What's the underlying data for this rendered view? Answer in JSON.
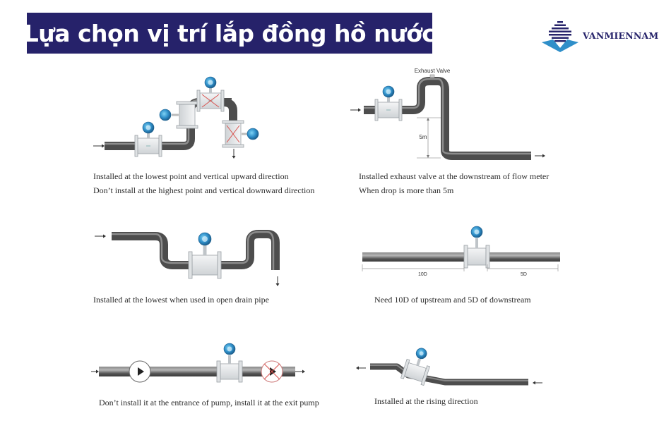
{
  "header": {
    "title": "Lựa chọn vị trí lắp đồng hồ nước",
    "banner_color": "#26226a",
    "logo": {
      "text": "VANMIENNAM",
      "icon": "diamond-stripes-logo-icon",
      "colors": [
        "#27246b",
        "#2f8fc9"
      ]
    }
  },
  "diagrams": [
    {
      "id": "lowest-point-vertical-upward",
      "captions": [
        "Installed at the lowest point and vertical upward direction",
        "Don’t install at the highest point and vertical downward direction"
      ],
      "icons": [
        "flow-arrow-right-icon",
        "flow-meter-icon",
        "flow-meter-crossed-icon",
        "flow-arrow-down-icon"
      ]
    },
    {
      "id": "exhaust-valve-drop",
      "labels": {
        "valve": "Exhaust Valve",
        "height": "5m"
      },
      "captions": [
        "Installed exhaust valve at the downstream of flow meter",
        "When drop is more than 5m"
      ],
      "icons": [
        "flow-arrow-right-icon",
        "flow-meter-icon",
        "exhaust-valve-icon"
      ]
    },
    {
      "id": "open-drain-pipe",
      "captions": [
        "Installed at the lowest when used in open drain pipe"
      ],
      "icons": [
        "flow-arrow-right-icon",
        "flow-meter-icon",
        "flow-arrow-down-icon"
      ]
    },
    {
      "id": "straight-run",
      "labels": {
        "upstream": "10D",
        "downstream": "5D"
      },
      "captions": [
        "Need 10D of upstream and 5D of downstream"
      ],
      "icons": [
        "flow-meter-icon"
      ]
    },
    {
      "id": "pump-position",
      "captions": [
        "Don’t install it at the entrance of pump, install it at the exit pump"
      ],
      "icons": [
        "flow-arrow-right-icon",
        "pump-icon",
        "flow-meter-icon",
        "pump-crossed-icon"
      ]
    },
    {
      "id": "rising-direction",
      "captions": [
        "Installed at the rising direction"
      ],
      "icons": [
        "flow-arrow-left-icon",
        "flow-meter-icon"
      ]
    }
  ],
  "colors": {
    "pipe": "#5a5a5a",
    "pipe_highlight": "#9a9a9a",
    "meter_head": "#2f8fc9",
    "meter_body": "#e4e6e8",
    "cross_mark": "#d9534f",
    "caption_text": "#2b2b2b"
  }
}
